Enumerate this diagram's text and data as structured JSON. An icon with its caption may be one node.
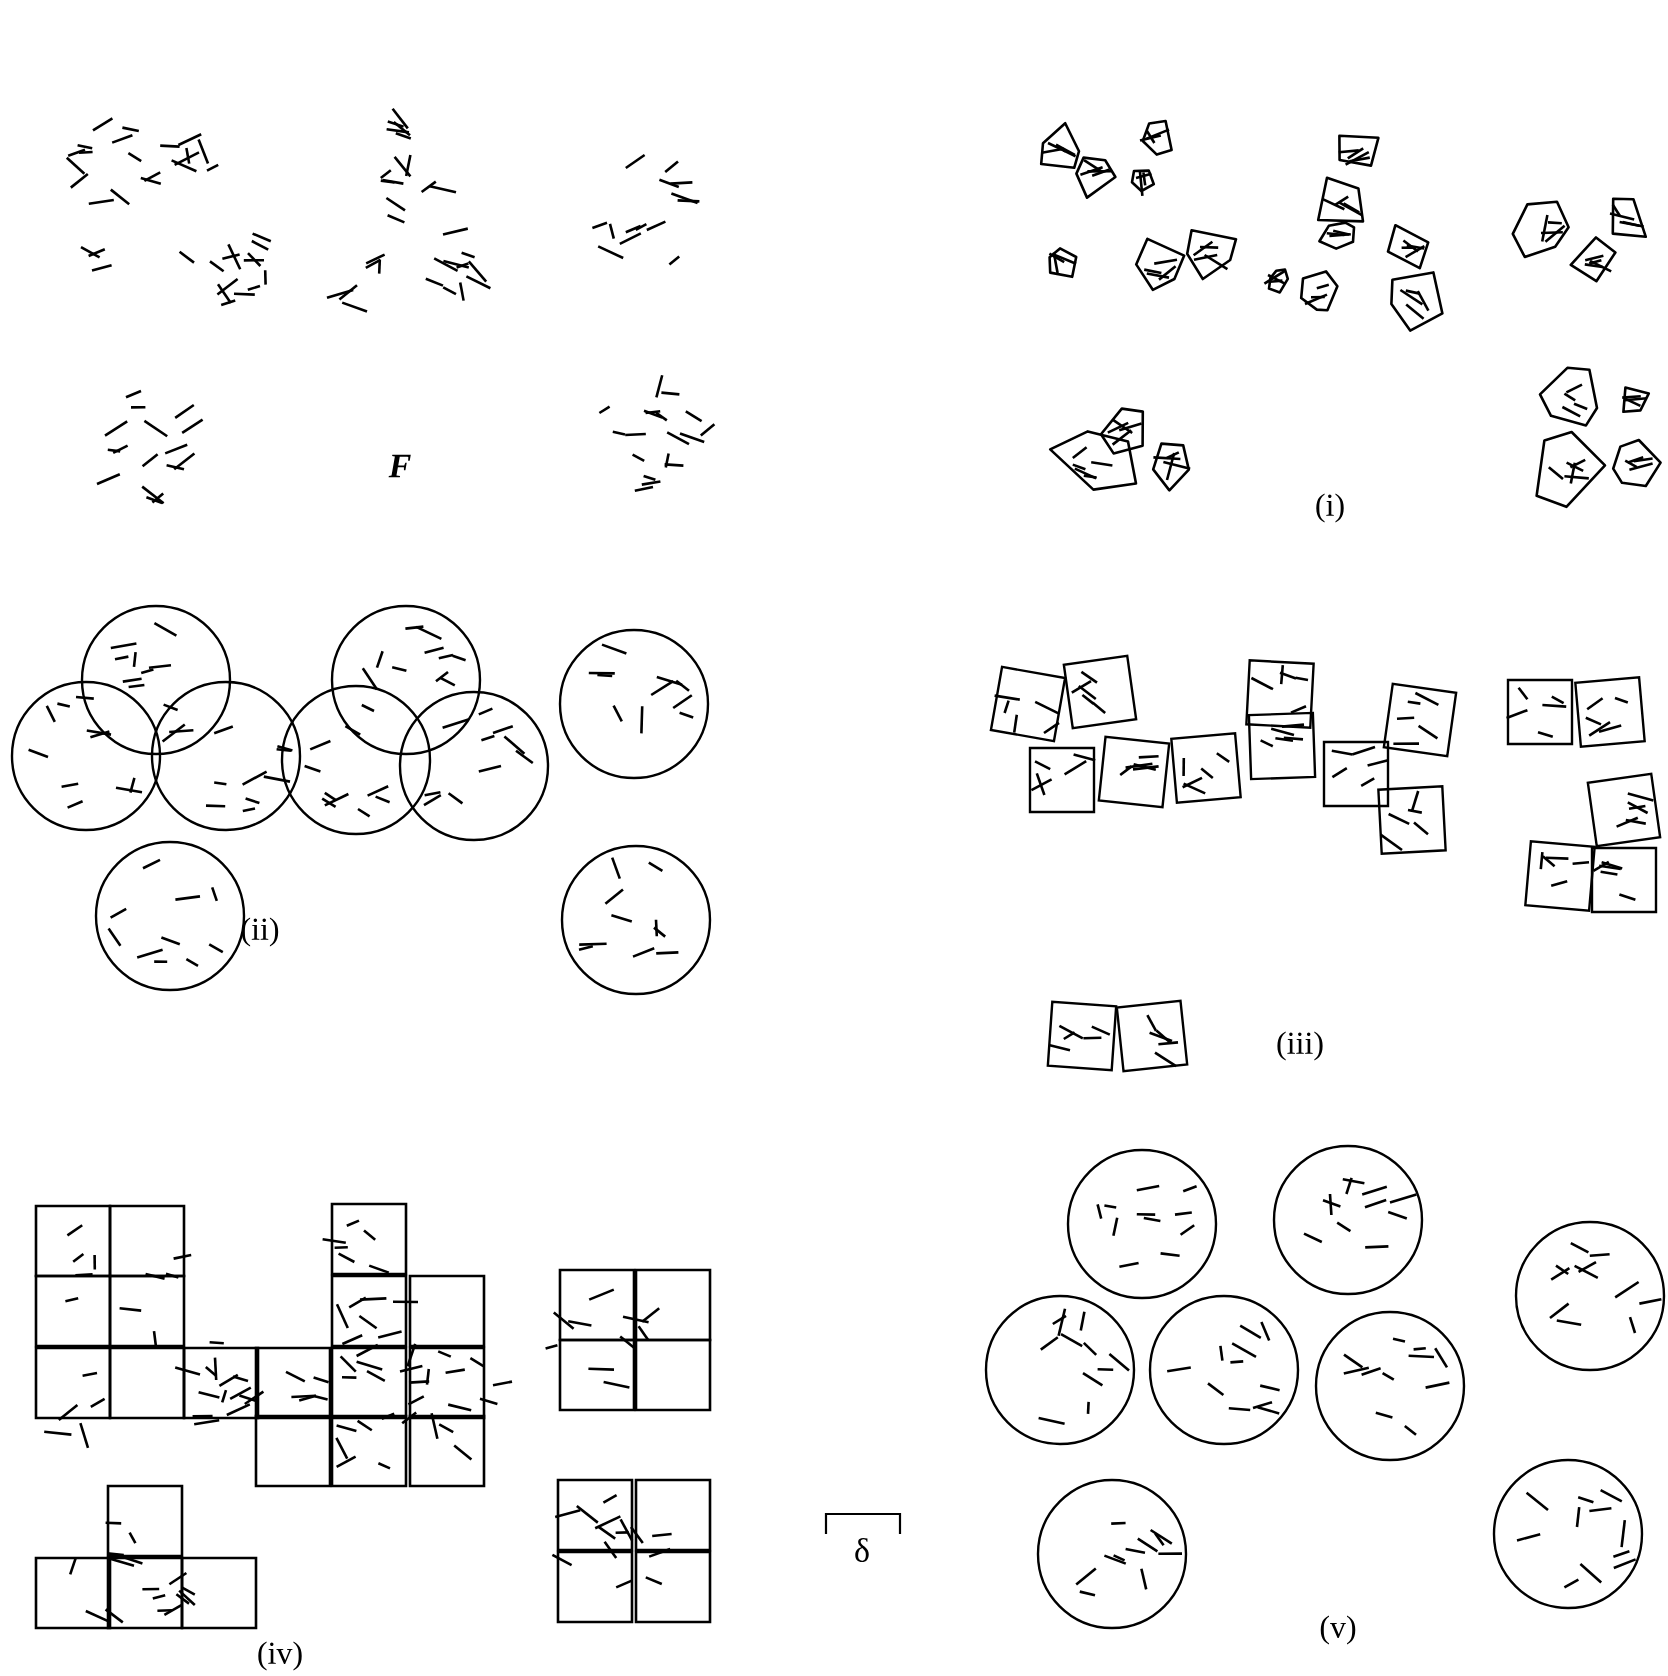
{
  "diagram": {
    "labels": [
      "F",
      "(i)",
      "(ii)",
      "(iii)",
      "(iv)",
      "(v)",
      "δ"
    ]
  }
}
